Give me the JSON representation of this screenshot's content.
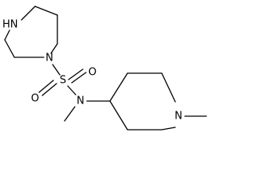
{
  "structure": {
    "atoms": {
      "nh": "HN",
      "n_sulfonyl": "N",
      "s": "S",
      "o_left": "O",
      "o_right": "O",
      "n_amide": "N",
      "n_piperidine": "N"
    }
  },
  "colors": {
    "bond": "#000000",
    "label": "#000000",
    "background": "#ffffff"
  }
}
